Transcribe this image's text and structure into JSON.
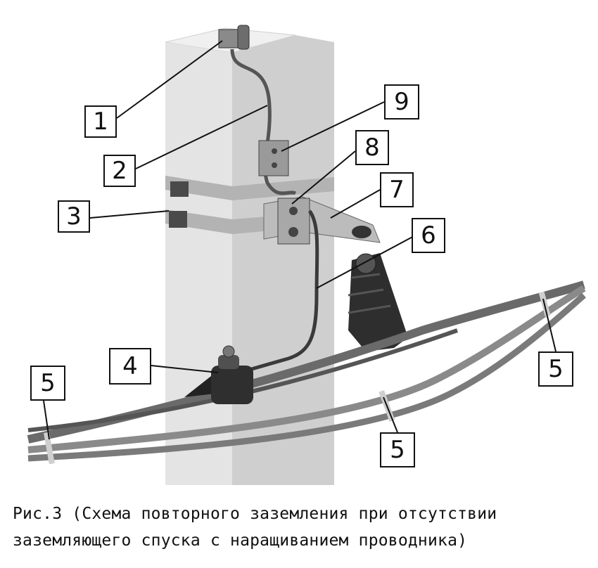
{
  "labels": {
    "n1": "1",
    "n2": "2",
    "n3": "3",
    "n4": "4",
    "n5a": "5",
    "n5b": "5",
    "n5c": "5",
    "n6": "6",
    "n7": "7",
    "n8": "8",
    "n9": "9"
  },
  "caption": {
    "line1": "Рис.3 (Схема повторного заземления при отсутствии",
    "line2": "заземляющего спуска с наращиванием проводника)"
  },
  "colors": {
    "pole_light": "#e6e6e6",
    "pole_dark": "#c9c9c9",
    "band": "#b5b5b5",
    "cable": "#4b4b4b",
    "clamp": "#2a2a2a"
  }
}
